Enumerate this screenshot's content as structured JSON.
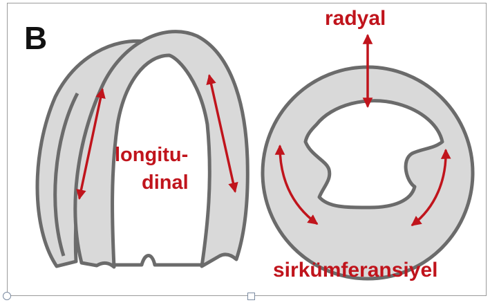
{
  "panel_label": "B",
  "labels": {
    "radial": "radyal",
    "longitudinal_line1": "longitu-",
    "longitudinal_line2": "dinal",
    "circumferential": "sirkümferansiyel"
  },
  "colors": {
    "arrow_red": "#c0141c",
    "wall_fill": "#d9d9d9",
    "wall_stroke": "#6b6b6b",
    "frame": "#9a9a9a"
  }
}
